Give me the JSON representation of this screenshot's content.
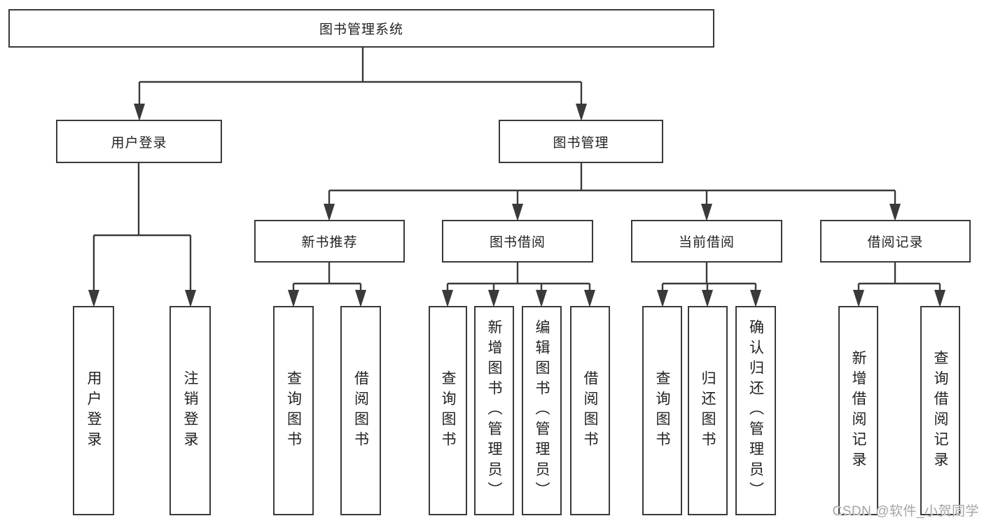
{
  "root": {
    "label": "图书管理系统"
  },
  "level2": [
    {
      "label": "用户登录"
    },
    {
      "label": "图书管理"
    }
  ],
  "level3": [
    {
      "label": "新书推荐"
    },
    {
      "label": "图书借阅"
    },
    {
      "label": "当前借阅"
    },
    {
      "label": "借阅记录"
    }
  ],
  "leaves": [
    {
      "label": "用户登录"
    },
    {
      "label": "注销登录"
    },
    {
      "label": "查询图书"
    },
    {
      "label": "借阅图书"
    },
    {
      "label": "查询图书"
    },
    {
      "label": "新增图书（管理员）"
    },
    {
      "label": "编辑图书（管理员）"
    },
    {
      "label": "借阅图书"
    },
    {
      "label": "查询图书"
    },
    {
      "label": "归还图书"
    },
    {
      "label": "确认归还（管理员）"
    },
    {
      "label": "新增借阅记录"
    },
    {
      "label": "查询借阅记录"
    }
  ],
  "watermark": "CSDN @软件_小贺同学",
  "colors": {
    "line": "#3a3a3a",
    "text": "#222222",
    "watermark": "#a6a6a6",
    "background": "#ffffff"
  }
}
